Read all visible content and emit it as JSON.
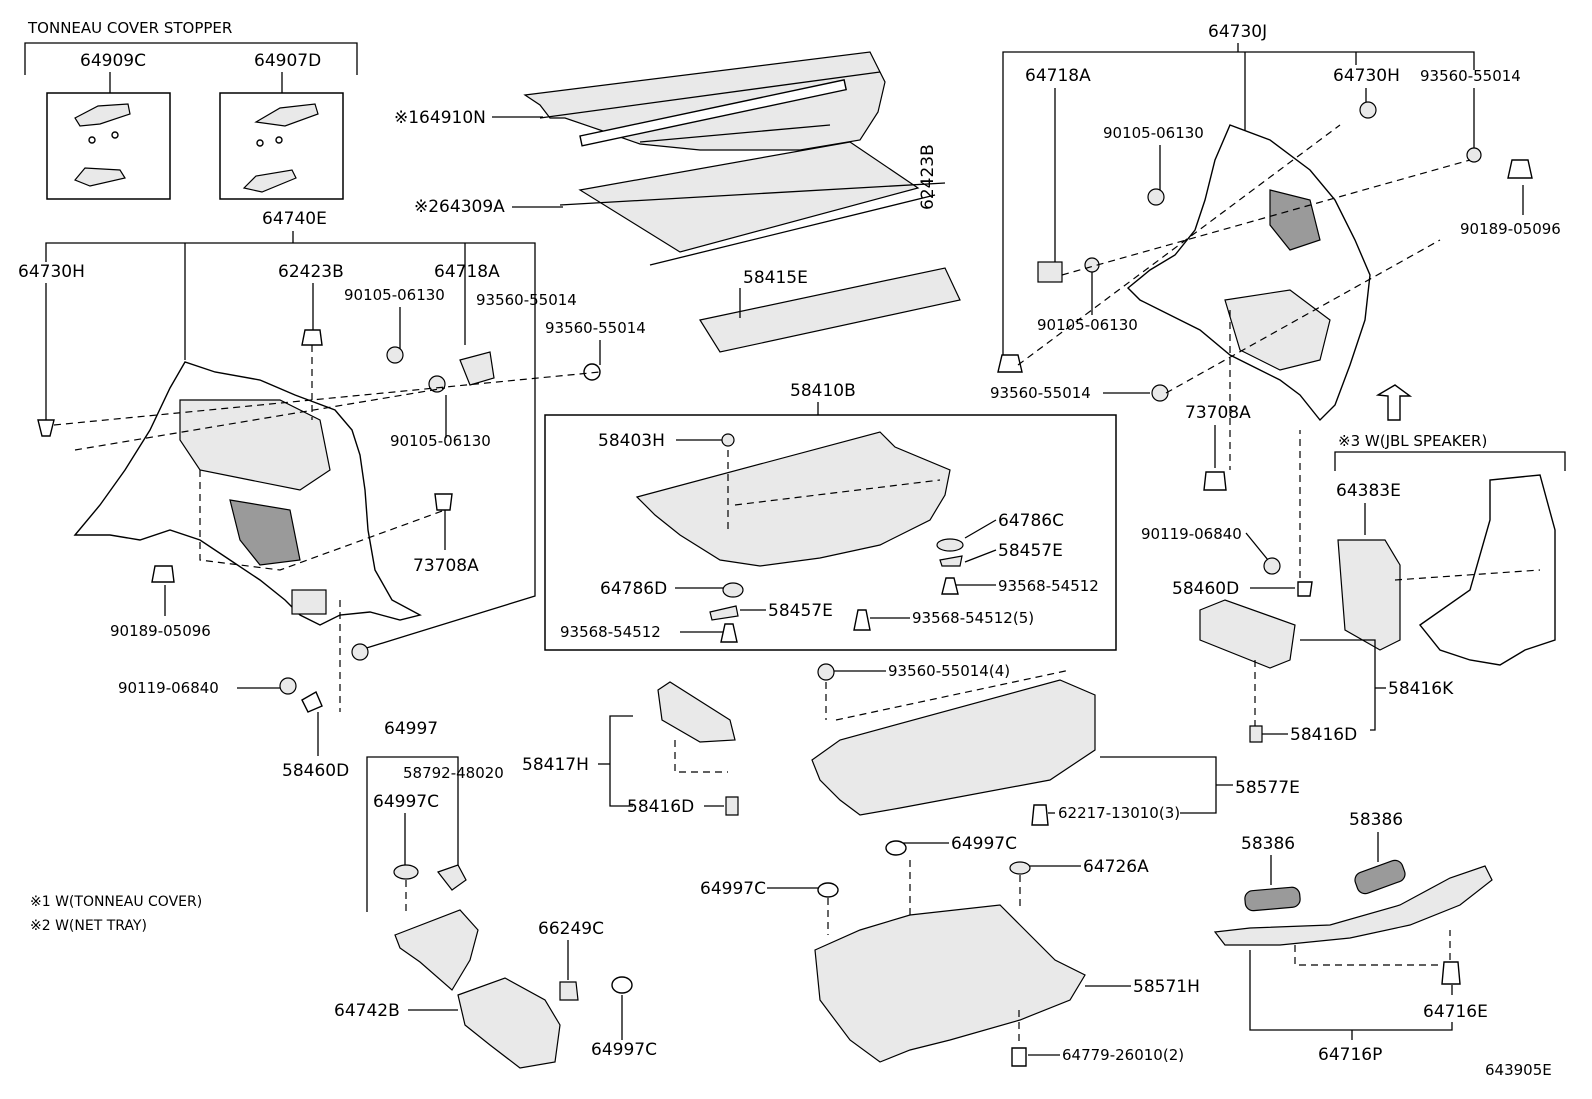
{
  "notes": {
    "tonneau_header": "TONNEAU COVER STOPPER",
    "note1": "※1 W(TONNEAU COVER)",
    "note2": "※2 W(NET TRAY)",
    "note3": "※3  W(JBL SPEAKER)",
    "diagram_id": "643905E"
  },
  "labels": {
    "p64909C": "64909C",
    "p64907D": "64907D",
    "p64740E": "64740E",
    "p64730H_left": "64730H",
    "p62423B_left": "62423B",
    "p64718A_left": "64718A",
    "p90105_06130_a": "90105-06130",
    "p93560_55014_a": "93560-55014",
    "p93560_55014_b": "93560-55014",
    "p90105_06130_b": "90105-06130",
    "p73708A_left": "73708A",
    "p90189_05096_left": "90189-05096",
    "p90119_06840_left": "90119-06840",
    "p58460D_left": "58460D",
    "p64910N": "※164910N",
    "p64309A": "※264309A",
    "p58415E": "58415E",
    "p58410B": "58410B",
    "p58403H": "58403H",
    "p64786C": "64786C",
    "p58457E_a": "58457E",
    "p64786D": "64786D",
    "p93568_54512_a": "93568-54512",
    "p58457E_b": "58457E",
    "p93568_54512_5": "93568-54512(5)",
    "p93568_54512_b": "93568-54512",
    "p64730J": "64730J",
    "p64718A_right": "64718A",
    "p64730H_right": "64730H",
    "p93560_55014_c": "93560-55014",
    "p62423B_right": "62423B",
    "p90105_06130_c": "90105-06130",
    "p90105_06130_d": "90105-06130",
    "p90189_05096_right": "90189-05096",
    "p93560_55014_d": "93560-55014",
    "p73708A_right": "73708A",
    "p64383E": "64383E",
    "p90119_06840_right": "90119-06840",
    "p58460D_right": "58460D",
    "p58416K": "58416K",
    "p58416D_right": "58416D",
    "p93560_55014_4": "93560-55014(4)",
    "p58577E": "58577E",
    "p62217_13010_3": "62217-13010(3)",
    "p58417H": "58417H",
    "p58416D_mid": "58416D",
    "p64997": "64997",
    "p58792_48020": "58792-48020",
    "p64997C_a": "64997C",
    "p64997C_b": "64997C",
    "p64726A": "64726A",
    "p64997C_c": "64997C",
    "p58571H": "58571H",
    "p64779_26010_2": "64779-26010(2)",
    "p66249C": "66249C",
    "p64997C_d": "64997C",
    "p64742B": "64742B",
    "p58386_a": "58386",
    "p58386_b": "58386",
    "p64716E": "64716E",
    "p64716P": "64716P"
  }
}
